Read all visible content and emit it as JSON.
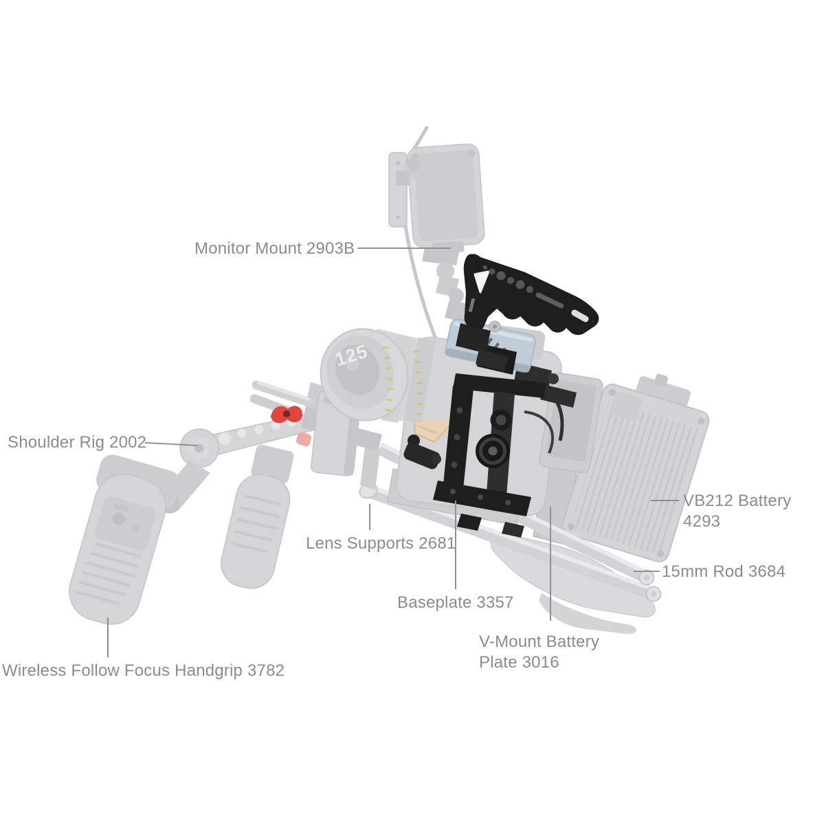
{
  "callouts": {
    "monitor_mount": "Monitor Mount 2903B",
    "shoulder_rig": "Shoulder Rig 2002",
    "lens_supports": "Lens Supports 2681",
    "baseplate": "Baseplate 3357",
    "vb212_battery": "VB212 Battery 4293",
    "rod_15mm": "15mm Rod 3684",
    "v_mount_battery_plate": "V-Mount Battery\nPlate 3016",
    "wireless_handgrip": "Wireless Follow Focus Handgrip 3782"
  },
  "markings": {
    "lens_focal_length": "125"
  },
  "colors": {
    "background": "#ffffff",
    "label_text": "#8b8b8b",
    "leader_line": "#8f9092",
    "ghost_fill": "#d4d5d6",
    "ghost_stroke": "#c3c4c5",
    "highlight_black": "#1e1e1e",
    "ssd_blue": "#bfcbd6",
    "accent_red": "#e0453e",
    "latch_pink": "#f0928d",
    "lens_tick_yellow": "#d6c050"
  }
}
